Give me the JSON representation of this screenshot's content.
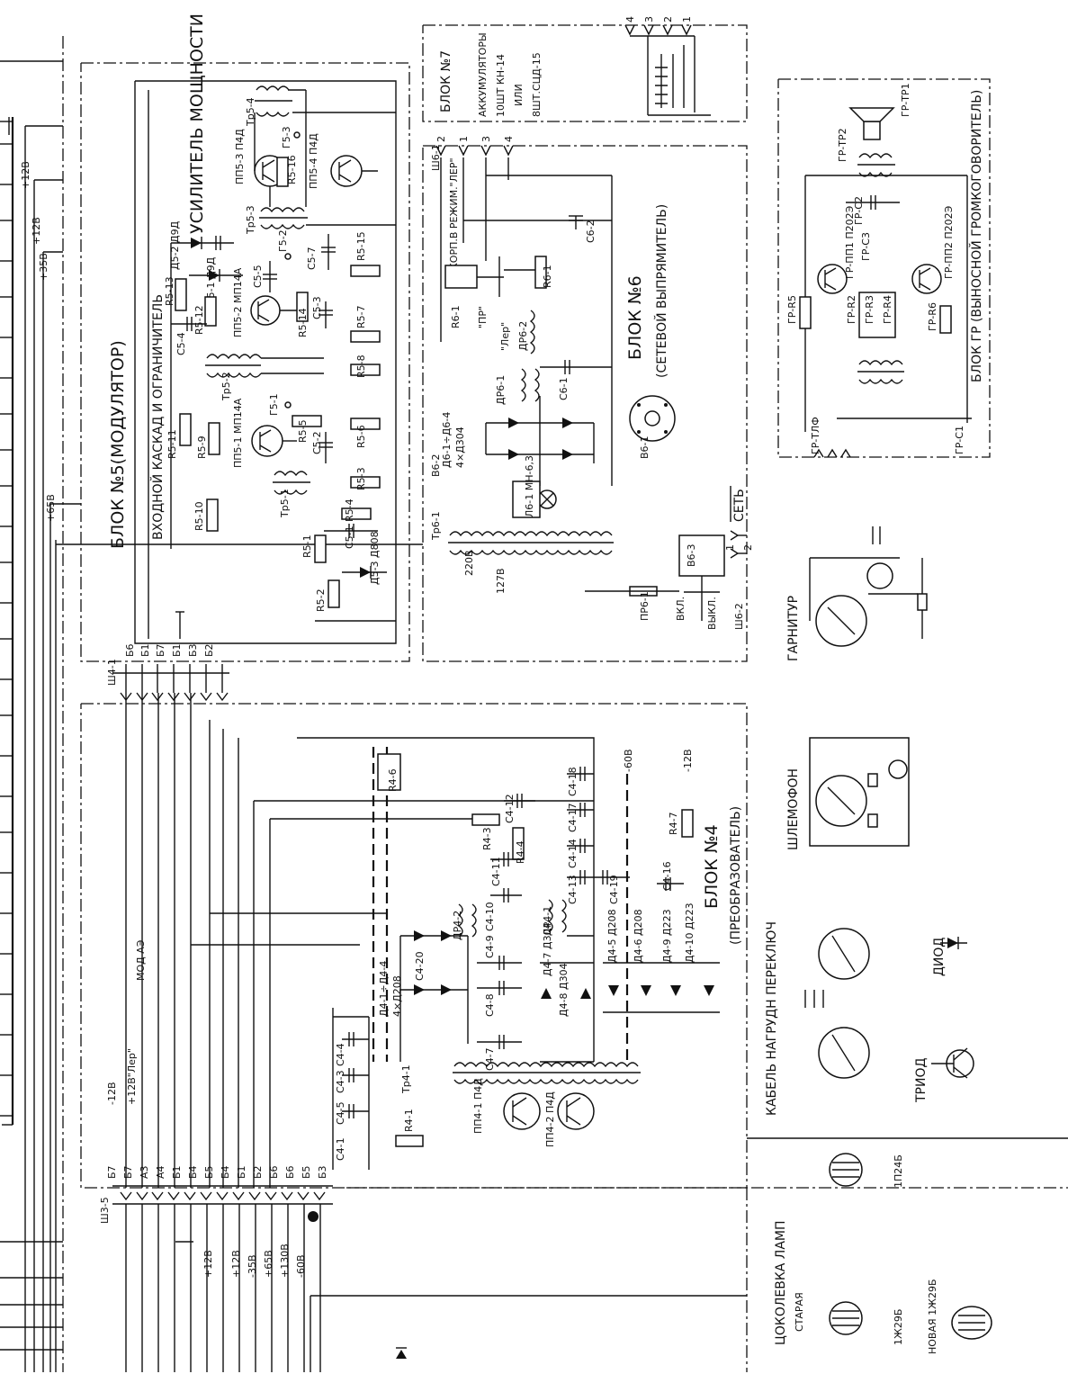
{
  "blocks": {
    "b5": {
      "title": "БЛОК №5(МОДУЛЯТОР)",
      "stage_input": "ВХОДНОЙ КАСКАД И ОГРАНИЧИТЕЛЬ",
      "stage_power": "УСИЛИТЕЛЬ МОЩНОСТИ"
    },
    "b6": {
      "title": "БЛОК №6",
      "subtitle": "(СЕТЕВОЙ ВЫПРЯМИТЕЛЬ)",
      "set_label": "СЕТЬ"
    },
    "b7": {
      "title": "БЛОК №7",
      "line1": "АККУМУЛЯТОРЫ",
      "line2": "10ШТ КН-14",
      "line3": "ИЛИ",
      "line4": "8ШТ.СЦД-15"
    },
    "b4": {
      "title": "БЛОК №4",
      "subtitle": "(ПРЕОБРАЗОВАТЕЛЬ)"
    },
    "bgr": {
      "title": "БЛОК ГР (ВЫНОСНОЙ ГРОМКОГОВОРИТЕЛЬ)"
    }
  },
  "bottom_captions": {
    "garnitur": "ГАРНИТУР",
    "shlem": "ШЛЕМОФОН",
    "kabel": "КАБЕЛЬ НАГРУДН ПЕРЕКЛЮЧ",
    "diod": "ДИОД",
    "triod": "ТРИОД",
    "tsokol": "ЦОКОЛЕВКА ЛАМП",
    "staraya": "СТАРАЯ",
    "novaya": "НОВАЯ 1Ж29Б",
    "lamp1": "1Ж29Б",
    "lamp2": "1П24Б"
  },
  "labels": {
    "v12": "+12В",
    "v35": "+35В",
    "v65": "+65В",
    "v12n": "-12В",
    "v12ler": "+12В\"Лер\"",
    "mod_ae": "МОД АЭ",
    "sh35": "Ш3-5",
    "sh41": "Ш4-1",
    "sh62": "Ш6-2",
    "sh61": "Ш6-1",
    "v60": "-60В",
    "v12m": "-12В",
    "r47": "R4-7",
    "c416": "С4-16",
    "tr51": "Тр5-1",
    "tr52": "Тр5-2",
    "tr53": "Тр5-3",
    "tr54": "Тр5-4",
    "tr61": "Тр6-1",
    "tr41": "Тр4-1",
    "pp51": "ПП5-1 МП14А",
    "pp52": "ПП5-2 МП14А",
    "pp53": "ПП5-3 П4Д",
    "pp54": "ПП5-4 П4Д",
    "pp41": "ПП4-1 П4Д",
    "pp42": "ПП4-2 П4Д",
    "d41": "Д4-1÷Д4-4",
    "d41b": "4×Д208",
    "d47": "Д4-7 Д304",
    "d48": "Д4-8 Д304",
    "d45": "Д4-5 Д208",
    "d46": "Д4-6 Д208",
    "d49": "Д4-9 Д223",
    "d410": "Д4-10 Д223",
    "d61": "Д6-1÷Д6-4",
    "d61b": "4×Д304",
    "dr61": "ДР6-1",
    "dr62": "ДР6-2",
    "dr41": "ДР4-1",
    "dr42": "ДР4-2",
    "r61": "R6-1",
    "r62": "R6-2",
    "c61": "С6-1",
    "c62": "С6-2",
    "v61": "В6-1",
    "v62": "В6-2",
    "v63": "В6-3",
    "pr61": "ПР6-1",
    "l61": "Л6-1 МН-6,3",
    "vkl": "ВКЛ.",
    "vykl": "ВЫКЛ.",
    "korp": "КОРП.В РЕЖИМ.\"ЛЕР\"",
    "pr": "\"ПР\"",
    "ler": "\"Лер\"",
    "v220": "220В",
    "v127": "127В",
    "r59": "R5-9",
    "r510": "R5-10",
    "r511": "R5-11",
    "r55": "R5-5",
    "r56": "R5-6",
    "r57": "R5-7",
    "r58": "R5-8",
    "r51": "R5-1",
    "r52": "R5-2",
    "r53": "R5-3",
    "r54": "R5-4",
    "r512": "R5-12",
    "r513": "R5-13",
    "r514": "R5-14",
    "r515": "R5-15",
    "r516": "R5-16",
    "c51": "С5-1",
    "c52": "С5-2",
    "c53": "С5-3",
    "c54": "С5-4",
    "c55": "С5-5",
    "c57": "С5-7",
    "d52": "Д5-2 Д9Д",
    "d51": "Д5-1 Д9Д",
    "d53": "Д5-3 Д808",
    "g51": "Г5-1",
    "g52": "Г5-2",
    "g53": "Г5-3",
    "grtr1": "ГР-ТР1",
    "grtr2": "ГР-ТР2",
    "grpp1": "ГР-ПП1 П202Э",
    "grpp2": "ГР-ПП2 П202Э",
    "grr5": "ГР-R5",
    "grr2": "ГР-R2",
    "grr3": "ГР-R3",
    "grr4": "ГР-R4",
    "grr6": "ГР-R6",
    "grc1": "ГР-С1",
    "grc2": "ГР-С2",
    "grc3": "ГР-С3",
    "grtlf": "ГР-ТЛФ",
    "c41": "С4-1",
    "c43": "С4-3",
    "c44": "С4-4",
    "c45": "С4-5",
    "c47": "С4-7",
    "c48": "С4-8",
    "c49": "С4-9",
    "c410": "С4-10",
    "c411": "С4-11",
    "c412": "С4-12",
    "c413": "С4-13",
    "c414": "С4-14",
    "c417": "С4-17",
    "c418": "С4-18",
    "c419": "С4-19",
    "c420": "С4-20",
    "r41": "R4-1",
    "r43": "R4-3",
    "r44": "R4-4",
    "r46": "R4-6"
  },
  "pins_top": [
    "Б6",
    "Б1",
    "Б7",
    "Б1",
    "Б3",
    "Б2"
  ],
  "pins_bottom": [
    "Б7",
    "Б7",
    "А3",
    "А4",
    "Б1",
    "Б4",
    "Б5",
    "Б4",
    "Б1",
    "Б2",
    "Б6",
    "Б6",
    "Б5",
    "Б3"
  ],
  "rails_bottom": [
    "+12В",
    "+12В",
    "-35В",
    "+65В",
    "+130В",
    "-60В"
  ],
  "battery_pins": [
    "4",
    "3",
    "2",
    "1"
  ],
  "sh61_pins": [
    "2",
    "1",
    "3",
    "4"
  ],
  "sh62_pins": [
    "1",
    "2"
  ]
}
